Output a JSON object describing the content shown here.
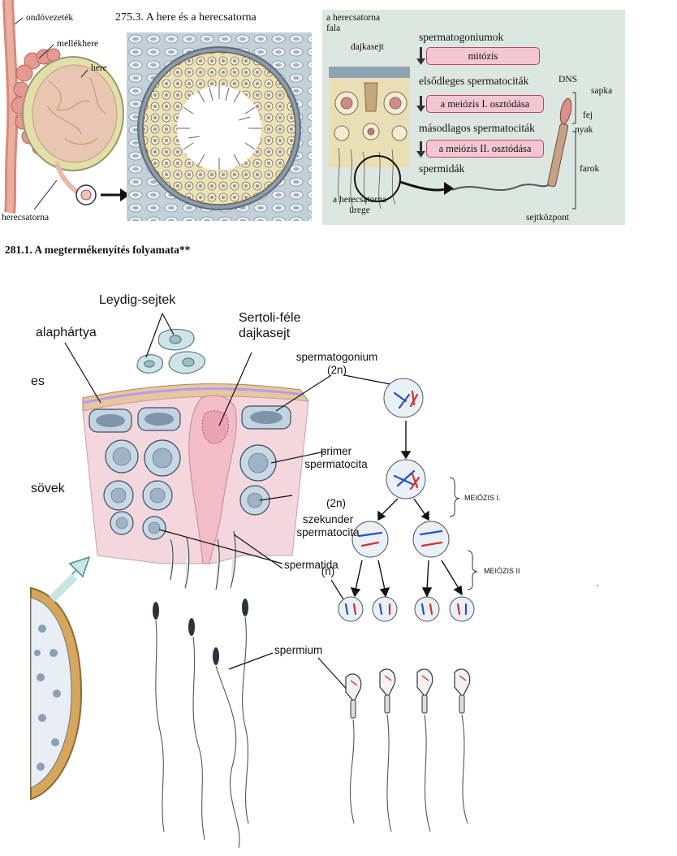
{
  "top": {
    "caption_275": "275.3. A here és a herecsatorna",
    "caption_281": "281.1. A megtermékenyítés folyamata**",
    "left_labels": {
      "ondovezetek": "ondóvezeték",
      "mellekhere": "mellékhere",
      "here": "here",
      "herecsatorna": "herecsatorna"
    },
    "right_panel": {
      "wall": "a herecsatorna\nfala",
      "dajkasejt": "dajkasejt",
      "lumen": "a herecsatorna\nürege",
      "stages": [
        "spermatogoniumok",
        "elsődleges spermatociták",
        "másodlagos spermatociták",
        "spermidák"
      ],
      "processes": [
        "mitózis",
        "a meiózis I. osztódása",
        "a meiózis II. osztódása"
      ],
      "sperm_parts": [
        "DNS",
        "sapka",
        "fej",
        "nyak",
        "farok",
        "sejtközpont"
      ]
    }
  },
  "bottom": {
    "leydig": "Leydig-sejtek",
    "sertoli": "Sertoli-féle\ndajkasejt",
    "alaphartya": "alaphártya",
    "cut1": "es",
    "cut2": "sövek",
    "stages": [
      {
        "name": "spermatogonium",
        "ploidy": "(2n)"
      },
      {
        "name": "primer\nspermatocita",
        "ploidy": "(2n)"
      },
      {
        "name": "szekunder\nspermatocita",
        "ploidy": "(n)"
      }
    ],
    "spermatida": "spermatida",
    "spermium": "spermium",
    "meiosis1": "MEIÓZIS I.",
    "meiosis2": "MEIÓZIS II"
  },
  "colors": {
    "panel_bg": "#dde7e2",
    "pink_box": "#f3c6d3",
    "pink_border": "#b44a6d",
    "chromosome_blue": "#2a4fbf",
    "chromosome_red": "#d2322b",
    "arrow_teal": "#c8e6e4"
  }
}
